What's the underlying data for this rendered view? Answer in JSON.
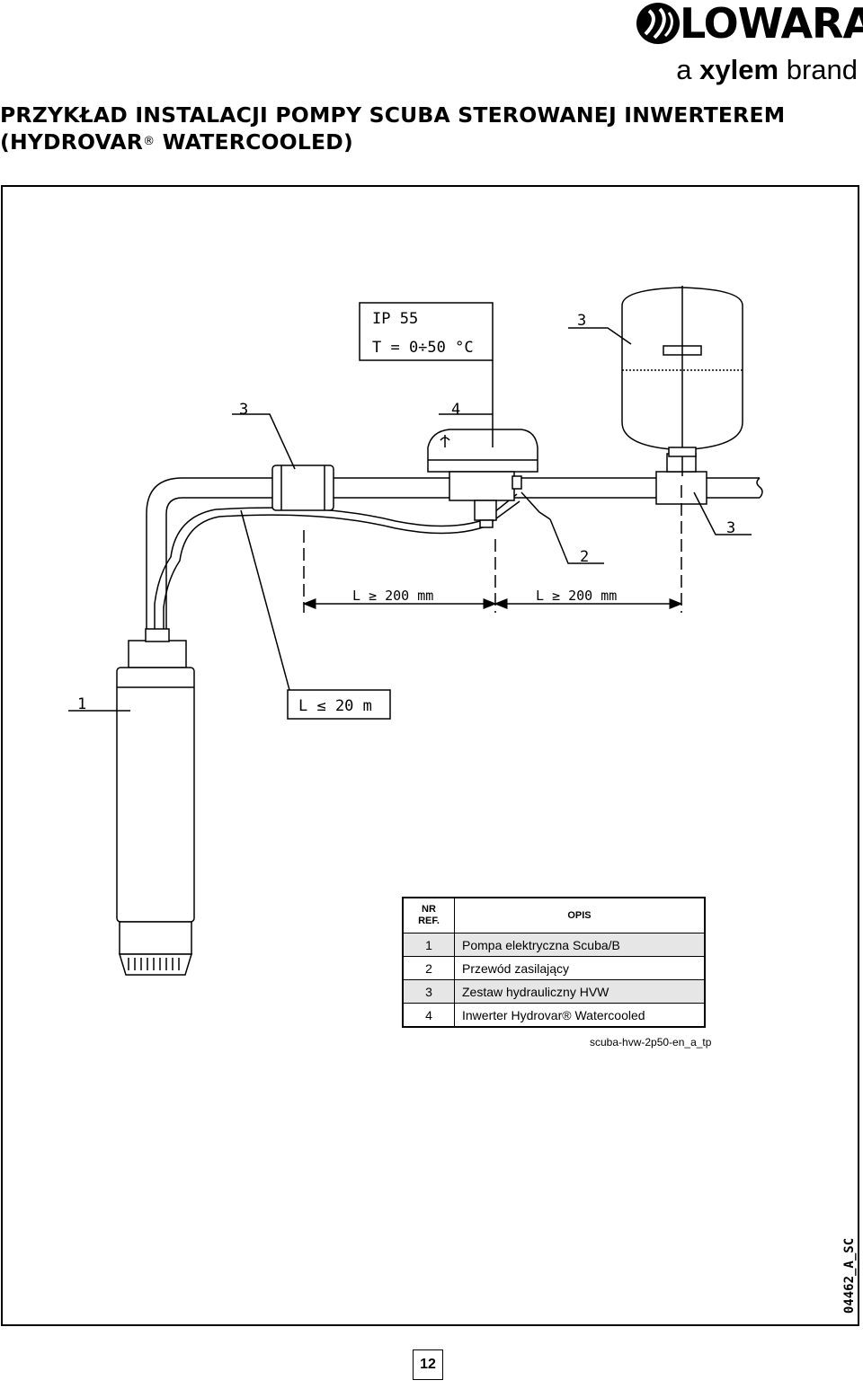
{
  "logo": {
    "brand": "LOWARA",
    "tagline_pre": "a",
    "tagline_bold": "xylem",
    "tagline_post": "brand",
    "brand_color": "#000000"
  },
  "title": {
    "line1": "PRZYKŁAD INSTALACJI POMPY SCUBA STEROWANEJ INWERTEREM",
    "line2_pre": "(HYDROVAR",
    "reg": "®",
    "line2_post": "WATERCOOLED)"
  },
  "diagram": {
    "spec_line1": "IP 55",
    "spec_line2": "T = 0÷50 °C",
    "callouts": {
      "pump": "1",
      "cable": "2",
      "hydraulic_kit": "3",
      "inverter": "4"
    },
    "dim_left": "L ≥ 200 mm",
    "dim_right": "L ≥ 200 mm",
    "cable_length": "L ≤ 20 m"
  },
  "legend": {
    "header_nr_line1": "NR",
    "header_nr_line2": "REF.",
    "header_desc": "OPIS",
    "rows": [
      {
        "nr": "1",
        "desc": "Pompa elektryczna Scuba/B"
      },
      {
        "nr": "2",
        "desc": "Przewód zasilający"
      },
      {
        "nr": "3",
        "desc": "Zestaw hydrauliczny HVW"
      },
      {
        "nr": "4",
        "desc": "Inwerter Hydrovar® Watercooled"
      }
    ]
  },
  "drawing_code": "scuba-hvw-2p50-en_a_tp",
  "vertical_code": "04462_A_SC",
  "page_number": "12"
}
